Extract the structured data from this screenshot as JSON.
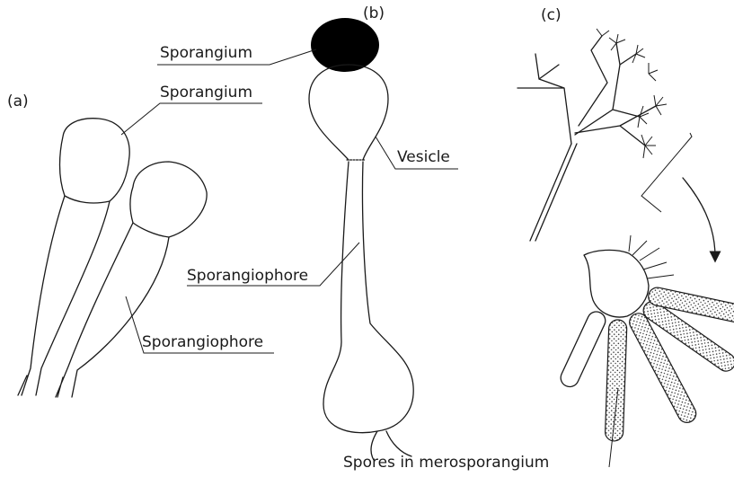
{
  "panels": {
    "a": "(a)",
    "b": "(b)",
    "c": "(c)"
  },
  "labels": {
    "sporangium_b": "Sporangium",
    "sporangium_a": "Sporangium",
    "vesicle": "Vesicle",
    "sporangiophore_b": "Sporangiophore",
    "sporangiophore_a": "Sporangiophore",
    "spores_in_merosporangium": "Spores in merosporangium"
  }
}
